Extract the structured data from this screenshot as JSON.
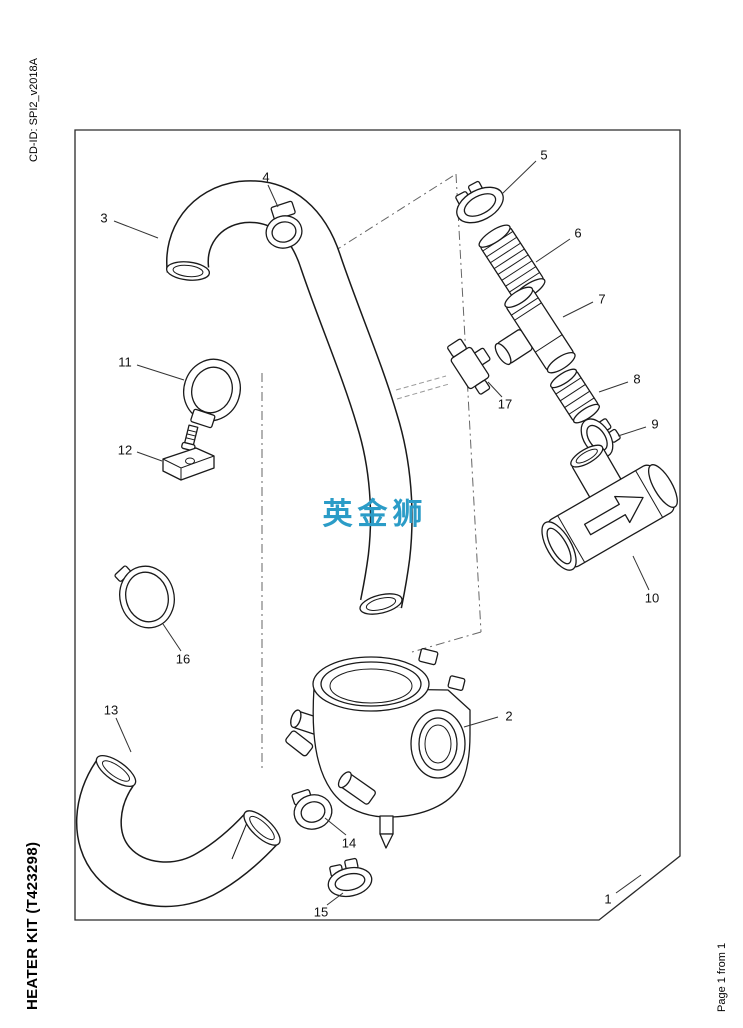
{
  "page": {
    "cd_id": "CD-ID: SPI2_v2018A",
    "kit_title": "HEATER KIT (T423298)",
    "page_info": "Page 1 from 1",
    "watermark": "英金狮",
    "watermark_color": "#2b9cc7"
  },
  "callouts": {
    "c1": "1",
    "c2": "2",
    "c3": "3",
    "c4": "4",
    "c5": "5",
    "c6": "6",
    "c7": "7",
    "c8": "8",
    "c9": "9",
    "c10": "10",
    "c11": "11",
    "c12": "12",
    "c13": "13",
    "c14": "14",
    "c15": "15",
    "c16": "16",
    "c17": "17"
  }
}
